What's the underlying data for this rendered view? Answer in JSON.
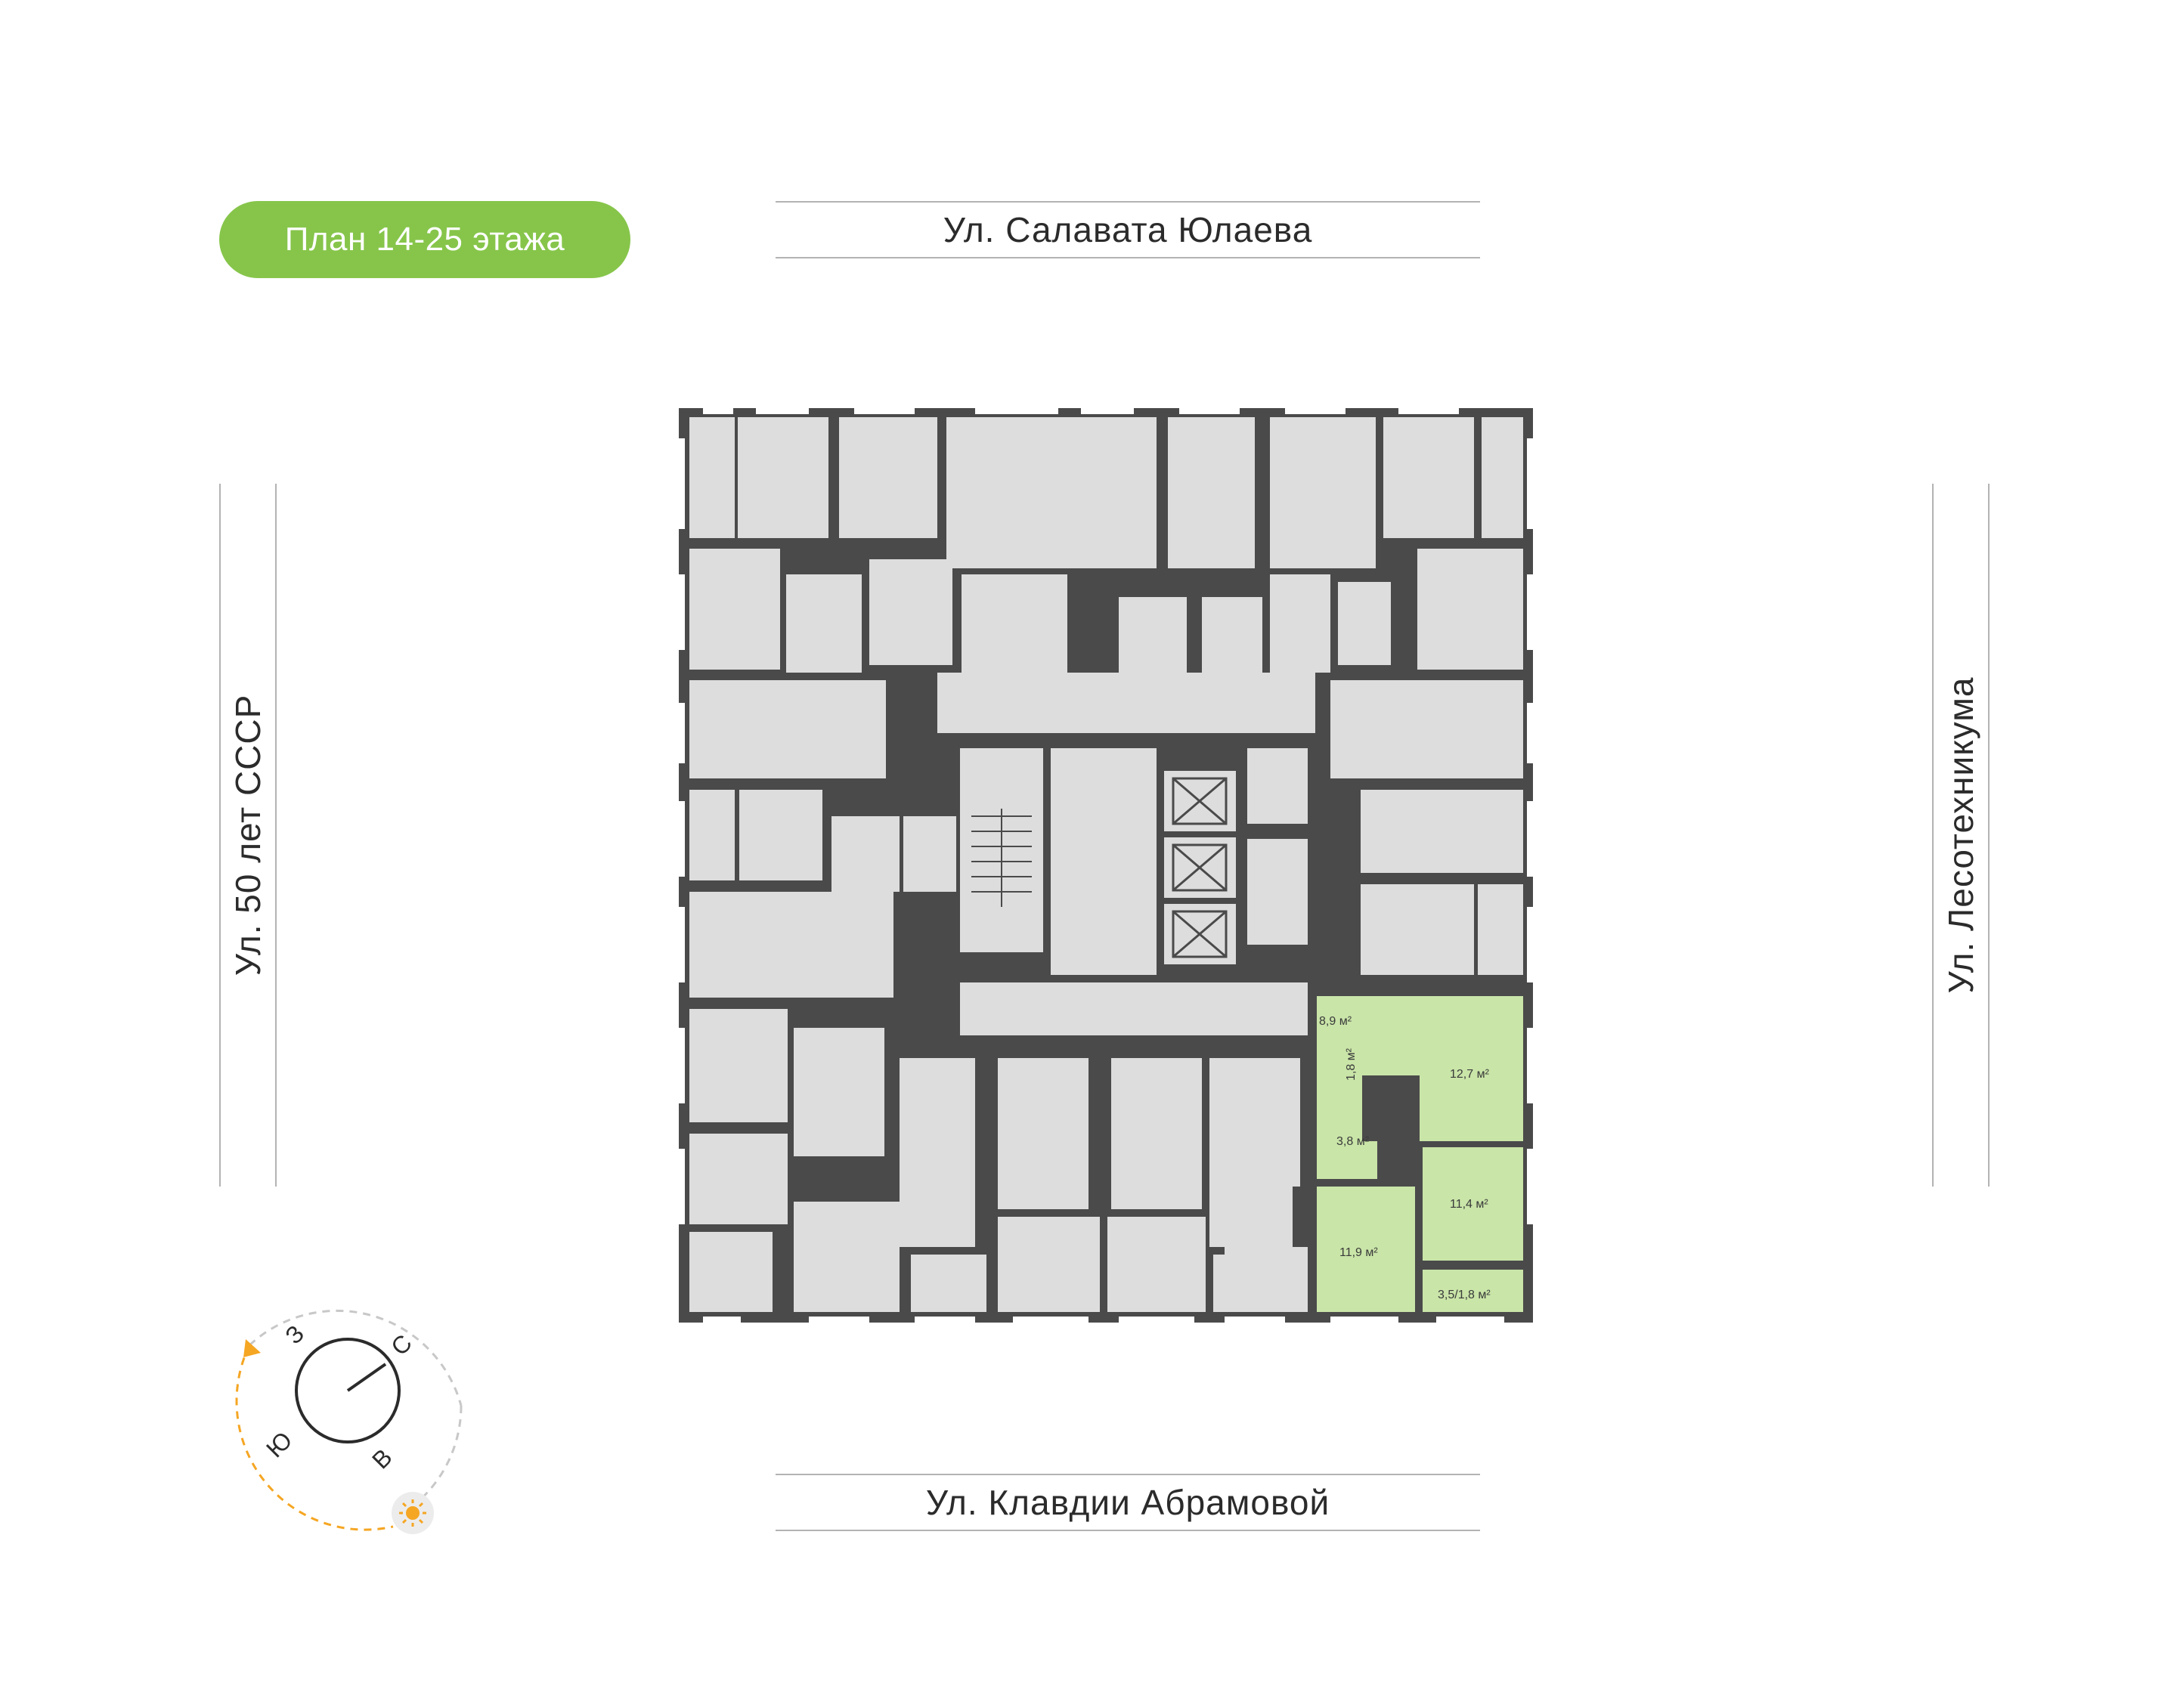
{
  "title": "План 14-25 этажа",
  "streets": {
    "north": "Ул. Салавата Юлаева",
    "south": "Ул. Клавдии Абрамовой",
    "west": "Ул. 50 лет СССР",
    "east": "Ул. Лесотехникума"
  },
  "apartment": {
    "areas": {
      "hall": "8,9 м²",
      "kitchen": "12,7 м²",
      "wc": "1,8 м²",
      "bath": "3,8 м²",
      "bedroom1": "11,4 м²",
      "bedroom2": "11,9 м²",
      "balcony": "3,5/1,8 м²"
    }
  },
  "compass": {
    "west": "З",
    "north": "С",
    "south": "Ю",
    "east": "В",
    "sun_icon": "sun-icon"
  },
  "colors": {
    "accent": "#86c54a",
    "highlight": "#c9e5a8",
    "wall": "#4a4a4a",
    "room": "#dddddd",
    "sun": "#f5a623"
  }
}
